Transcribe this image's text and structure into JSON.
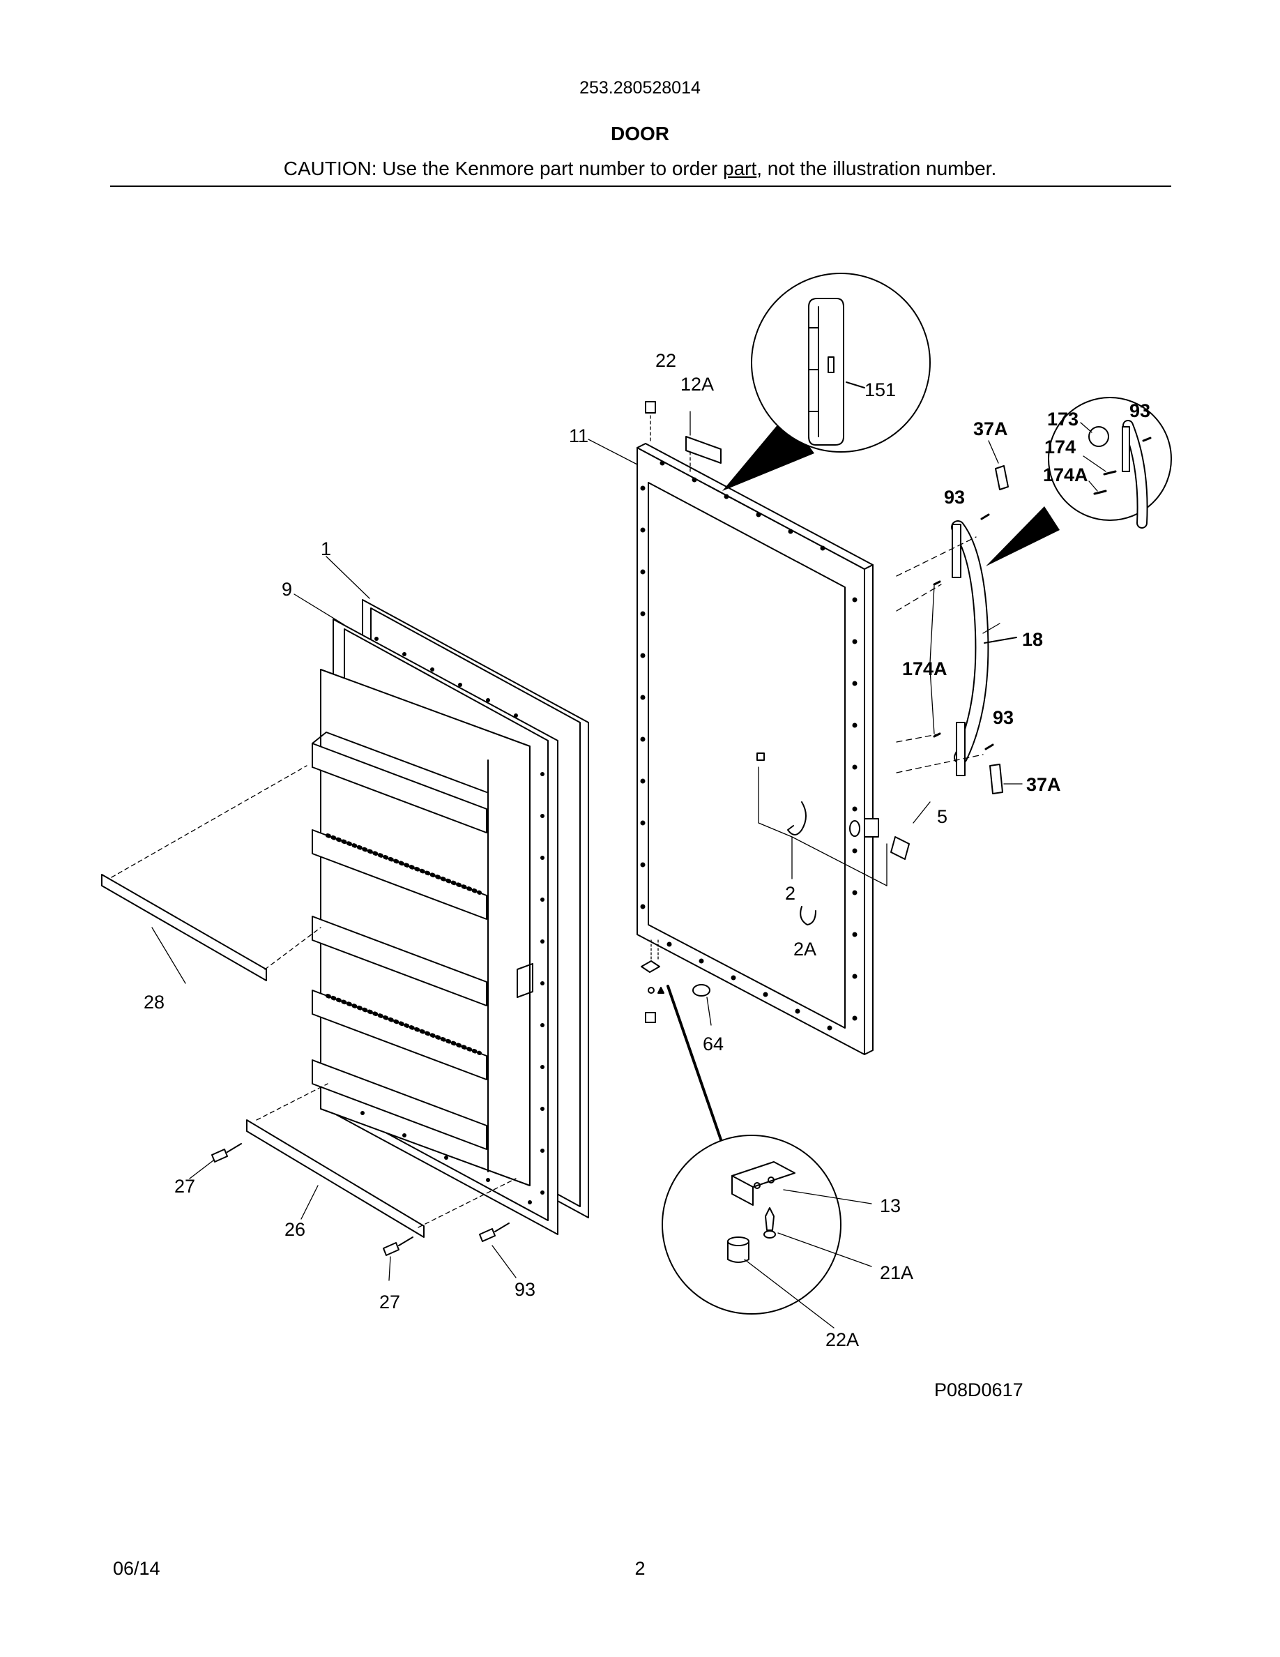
{
  "header": {
    "model_number": "253.280528014",
    "section_title": "DOOR",
    "caution_prefix": "CAUTION: Use the Kenmore part number to order ",
    "caution_link": "part",
    "caution_suffix": ", not the illustration number."
  },
  "callouts": {
    "c1": "1",
    "c9": "9",
    "c11": "11",
    "c12A": "12A",
    "c22": "22",
    "c151": "151",
    "c37A_top": "37A",
    "c173": "173",
    "c93_top": "93",
    "c174": "174",
    "c174A_top": "174A",
    "c93_mid": "93",
    "c18": "18",
    "c174A_mid": "174A",
    "c93_low": "93",
    "c37A_low": "37A",
    "c5": "5",
    "c2": "2",
    "c2A": "2A",
    "c64": "64",
    "c28": "28",
    "c27_left": "27",
    "c26": "26",
    "c27_bottom": "27",
    "c93_bottom": "93",
    "c13": "13",
    "c21A": "21A",
    "c22A": "22A"
  },
  "figure_code": "P08D0617",
  "footer": {
    "date": "06/14",
    "page_number": "2"
  }
}
